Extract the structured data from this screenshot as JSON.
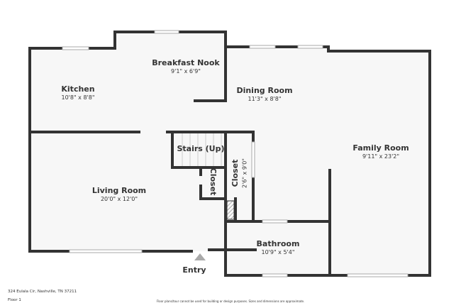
{
  "rooms": {
    "kitchen": {
      "name": "Kitchen",
      "dim": "10'8\" x 8'8\""
    },
    "breakfast_nook": {
      "name": "Breakfast Nook",
      "dim": "9'1\" x 6'9\""
    },
    "dining_room": {
      "name": "Dining Room",
      "dim": "11'3\" x 8'8\""
    },
    "family_room": {
      "name": "Family Room",
      "dim": "9'11\" x 23'2\""
    },
    "stairs": {
      "name": "Stairs (Up)"
    },
    "closet_small": {
      "name": "Closet"
    },
    "closet": {
      "name": "Closet",
      "dim": "2'6\" x 9'0\""
    },
    "living_room": {
      "name": "Living Room",
      "dim": "20'0\" x 12'0\""
    },
    "bathroom": {
      "name": "Bathroom",
      "dim": "10'9\" x 5'4\""
    }
  },
  "entry": {
    "label": "Entry"
  },
  "footer": {
    "address": "324 Eulala Cir, Nashville, TN 37211",
    "floor": "Floor 1",
    "disclaimer": "Floor plans/tour cannot be used for building or design purposes. Sizes and dimensions are approximate."
  },
  "colors": {
    "wall": "#333333",
    "floor": "#f7f7f7",
    "window": "#cccccc"
  }
}
